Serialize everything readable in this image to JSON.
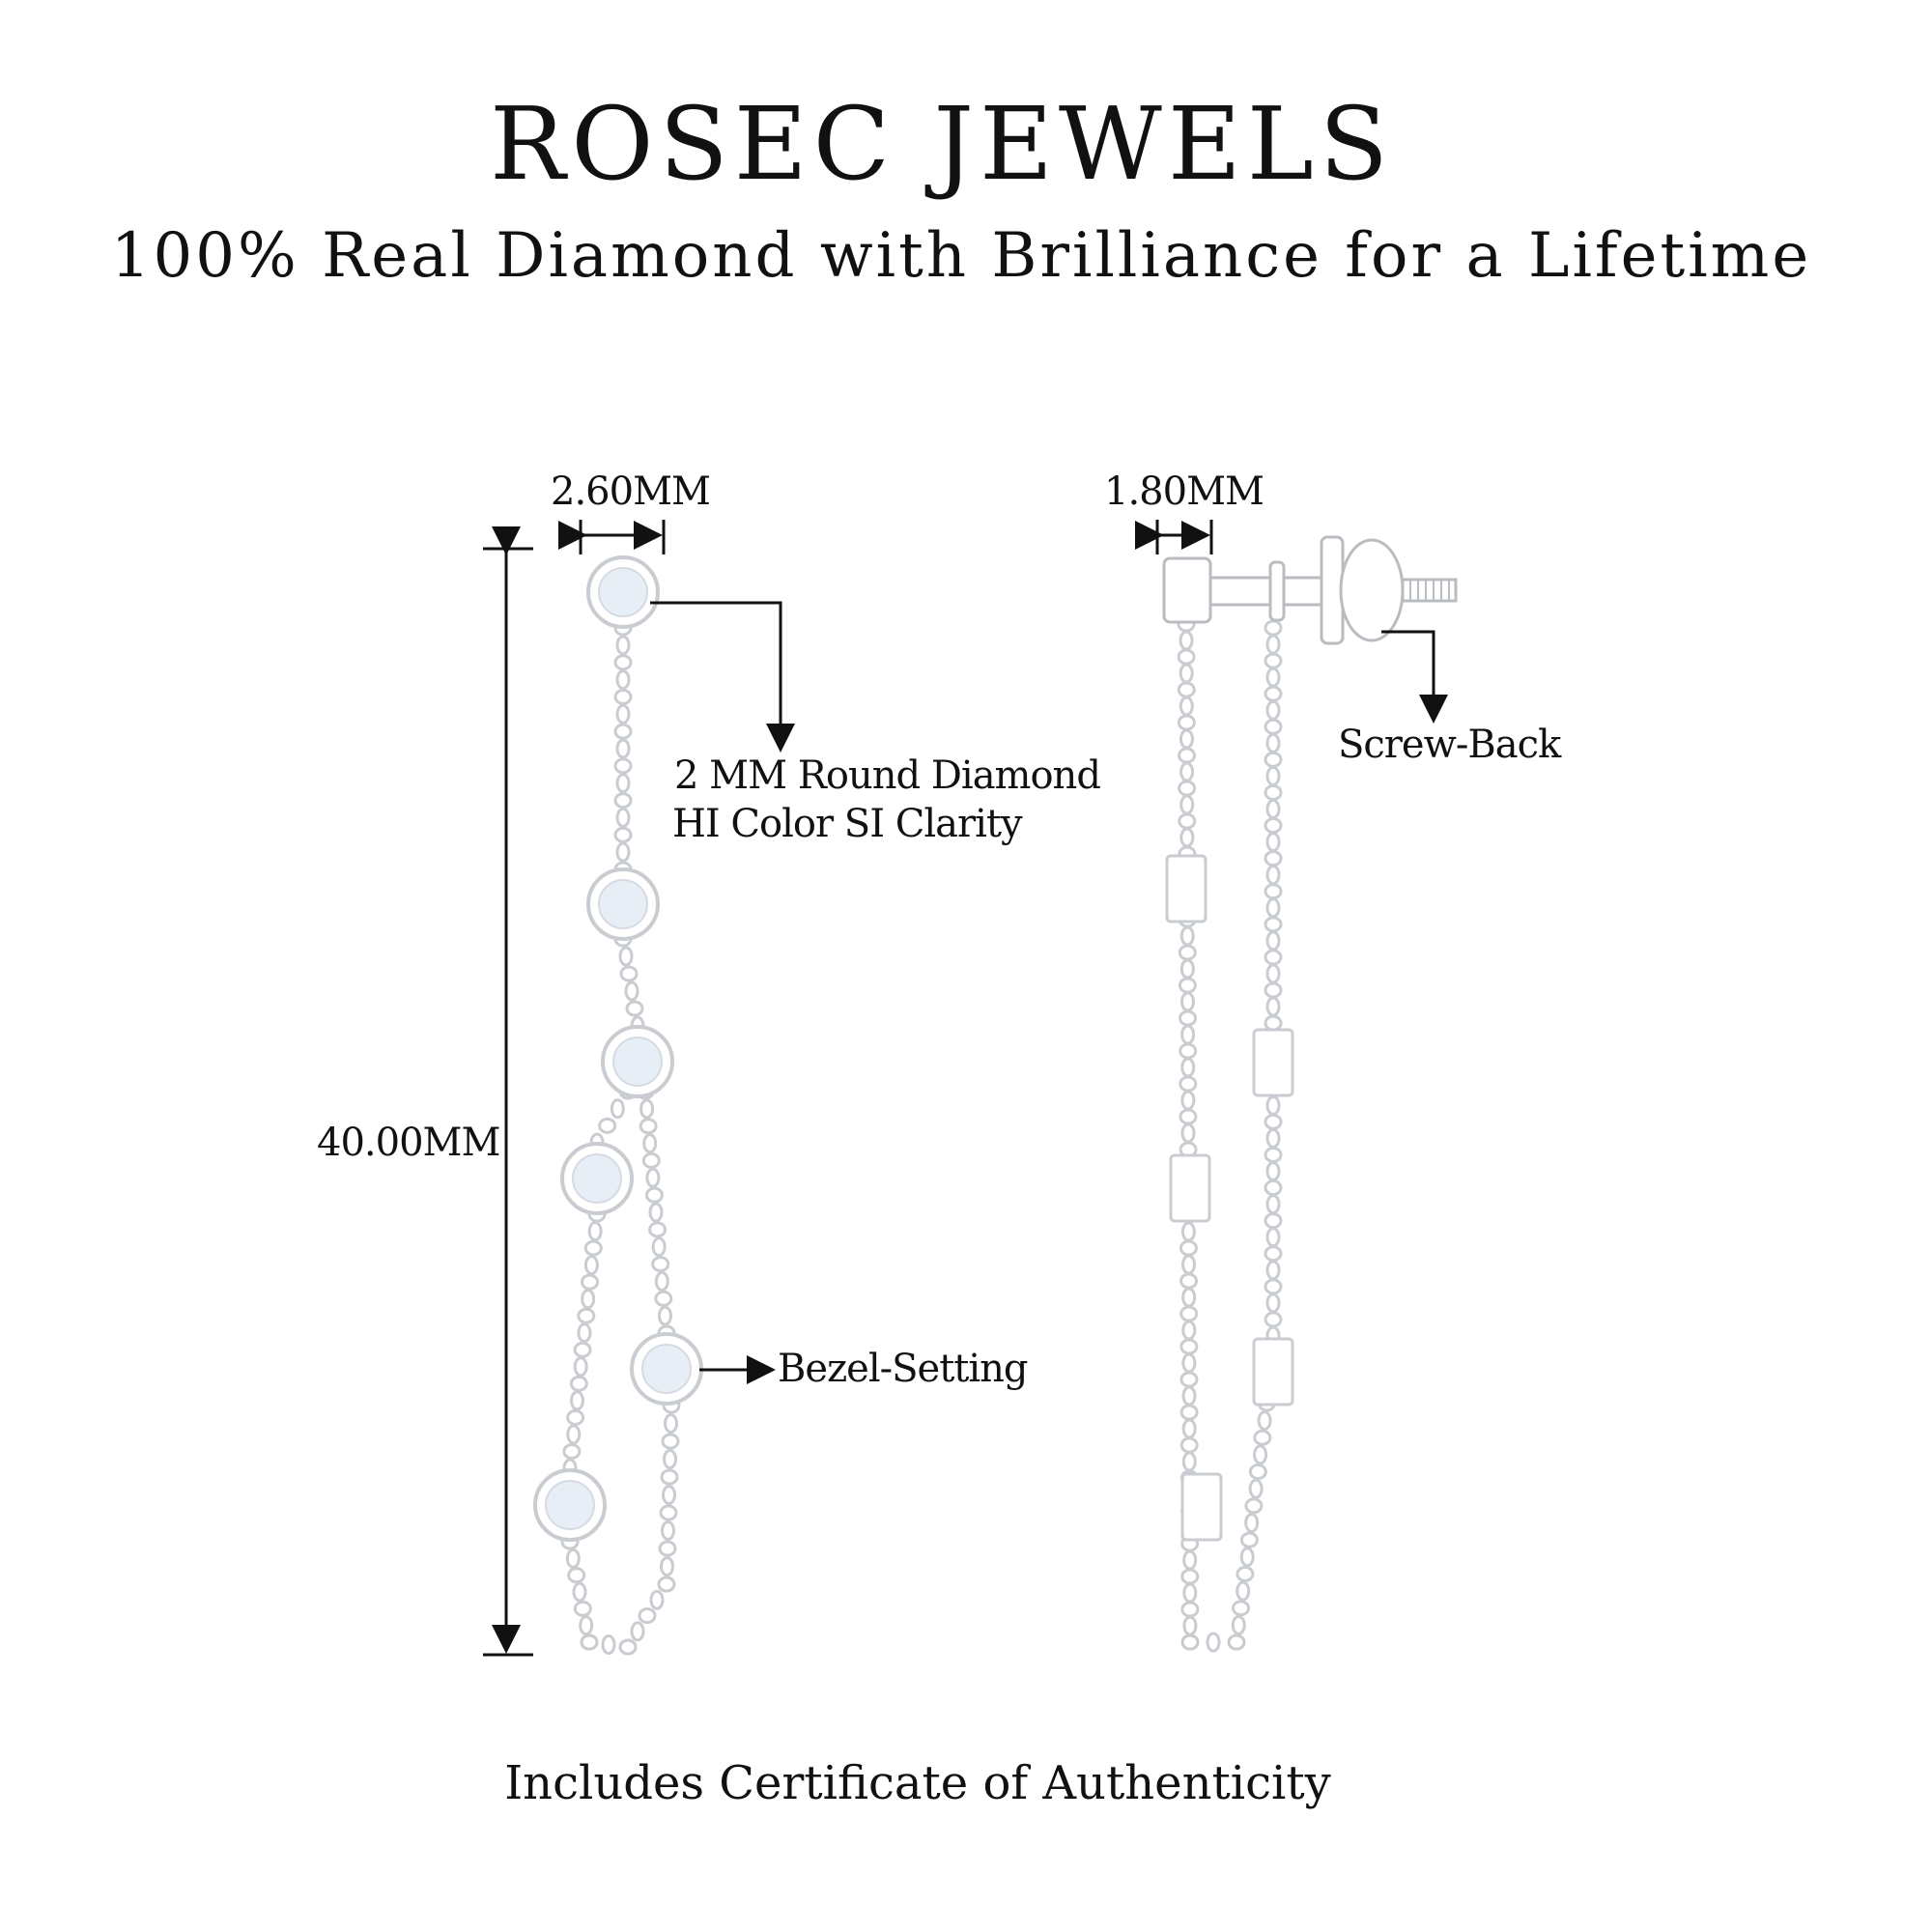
{
  "header": {
    "brand": "ROSEC JEWELS",
    "tagline": "100% Real Diamond with Brilliance for a Lifetime"
  },
  "front_view": {
    "width_label": "2.60MM",
    "length_label": "40.00MM",
    "stone_line1": "2 MM Round Diamond",
    "stone_line2": "HI Color SI Clarity",
    "setting_label": "Bezel-Setting"
  },
  "side_view": {
    "width_label": "1.80MM",
    "back_label": "Screw-Back"
  },
  "footer": {
    "text": "Includes Certificate of Authenticity"
  },
  "colors": {
    "metal": "#c9ccd0",
    "ink": "#111111",
    "stone": "#e8eef5"
  }
}
